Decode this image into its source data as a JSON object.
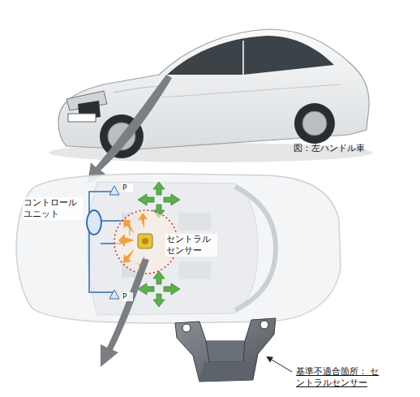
{
  "diagram": {
    "labels": [
      "図：左ハンドル車",
      "コントロール ユニット",
      "セントラル センサー",
      "P",
      "P",
      "基準不適合箇所： セントラルセンサー"
    ]
  }
}
